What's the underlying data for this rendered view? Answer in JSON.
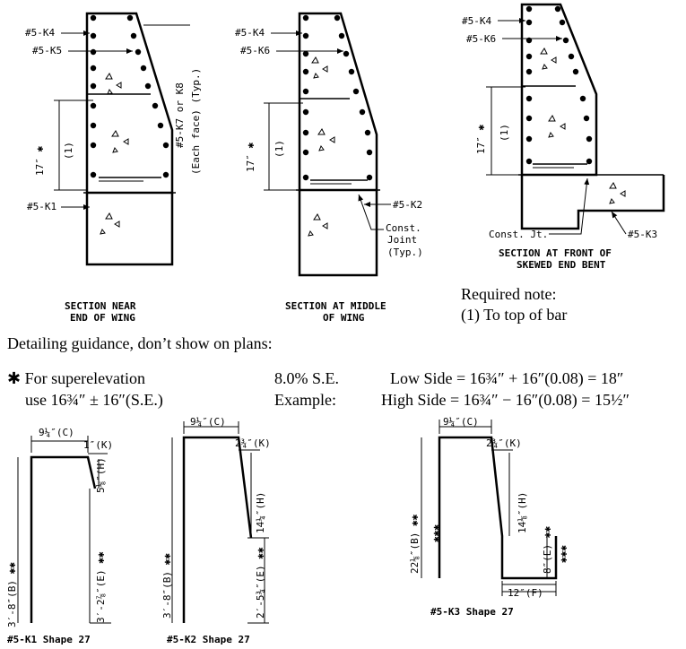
{
  "sections": {
    "near_end": {
      "label_k4": "#5-K4",
      "label_k5": "#5-K5",
      "label_k7k8": "#5-K7 or K8",
      "label_each_face": "(Each face) (Typ.)",
      "dim_17": "17″ ✱",
      "dim_note": "(1)",
      "label_k1": "#5-K1",
      "title_line1": "SECTION NEAR",
      "title_line2": "END OF WING"
    },
    "middle": {
      "label_k4": "#5-K4",
      "label_k6": "#5-K6",
      "dim_17": "17″ ✱",
      "dim_note": "(1)",
      "label_k2": "#5-K2",
      "label_const": "Const.",
      "label_joint": "Joint",
      "label_typ": "(Typ.)",
      "title_line1": "SECTION AT MIDDLE",
      "title_line2": "OF WING"
    },
    "front": {
      "label_k4": "#5-K4",
      "label_k6": "#5-K6",
      "dim_17": "17″ ✱",
      "dim_note": "(1)",
      "label_const_jt": "Const. Jt.",
      "label_k3": "#5-K3",
      "title_line1": "SECTION AT FRONT OF",
      "title_line2": "SKEWED END BENT"
    }
  },
  "notes": {
    "required_title": "Required note:",
    "required_1": "(1) To top of bar",
    "guidance_title": "Detailing guidance, don’t show on plans:",
    "star_line1": "✱ For superelevation",
    "star_line2": "use 16¾″ ± 16″(S.E.)",
    "se_value": "8.0% S.E.",
    "example": "Example:",
    "low_side": "Low Side = 16¾″ + 16″(0.08) = 18″",
    "high_side": "High Side = 16¾″ − 16″(0.08) = 15½″"
  },
  "shapes": {
    "k1": {
      "top": "9¼″(C)",
      "k": "1″(K)",
      "h": "5⅛″(H)",
      "b": "3′-8″(B) ✱✱",
      "e": "3′-2⅞″(E) ✱✱",
      "caption": "#5-K1 Shape 27"
    },
    "k2": {
      "top": "9¼″(C)",
      "k": "2¾″(K)",
      "h": "14¼″(H)",
      "b": "3′-8″(B) ✱✱",
      "e": "2′-5¾″(E) ✱✱",
      "caption": "#5-K2 Shape 27"
    },
    "k3": {
      "top": "9¼″(C)",
      "k": "2¾″(K)",
      "h": "14⅛″(H)",
      "b": "22⅛″(B) ✱✱",
      "b2": "✱✱✱",
      "e": "8″(E) ✱✱",
      "e2": "✱✱✱",
      "f": "12″(F)",
      "caption": "#5-K3 Shape 27"
    }
  }
}
